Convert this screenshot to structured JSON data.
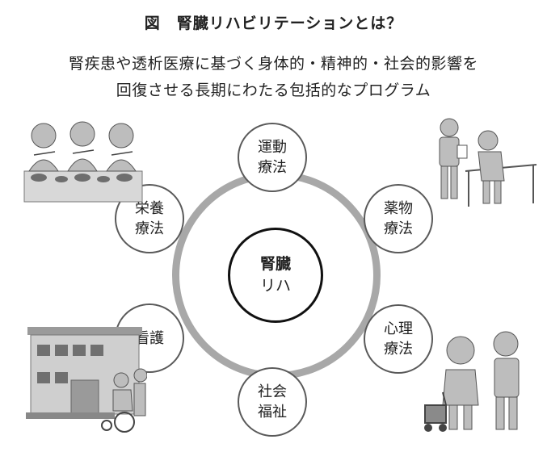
{
  "title": "図　腎臓リハビリテーションとは？",
  "subtitle": {
    "line1": "腎疾患や透析医療に基づく身体的・精神的・社会的影響を",
    "line2": "回復させる長期にわたる包括的なプログラム"
  },
  "center": {
    "line1": "腎臓",
    "line2": "リハ"
  },
  "nodes": [
    {
      "line1": "運動",
      "line2": "療法"
    },
    {
      "line1": "薬物",
      "line2": "療法"
    },
    {
      "line1": "心理",
      "line2": "療法"
    },
    {
      "line1": "社会",
      "line2": "福祉"
    },
    {
      "line1": "看護",
      "line2": ""
    },
    {
      "line1": "栄養",
      "line2": "療法"
    }
  ],
  "illustrations": [
    "elderly-people-eating-illustration",
    "walking-rehabilitation-illustration",
    "care-facility-wheelchair-illustration",
    "elderly-couple-walker-illustration"
  ]
}
